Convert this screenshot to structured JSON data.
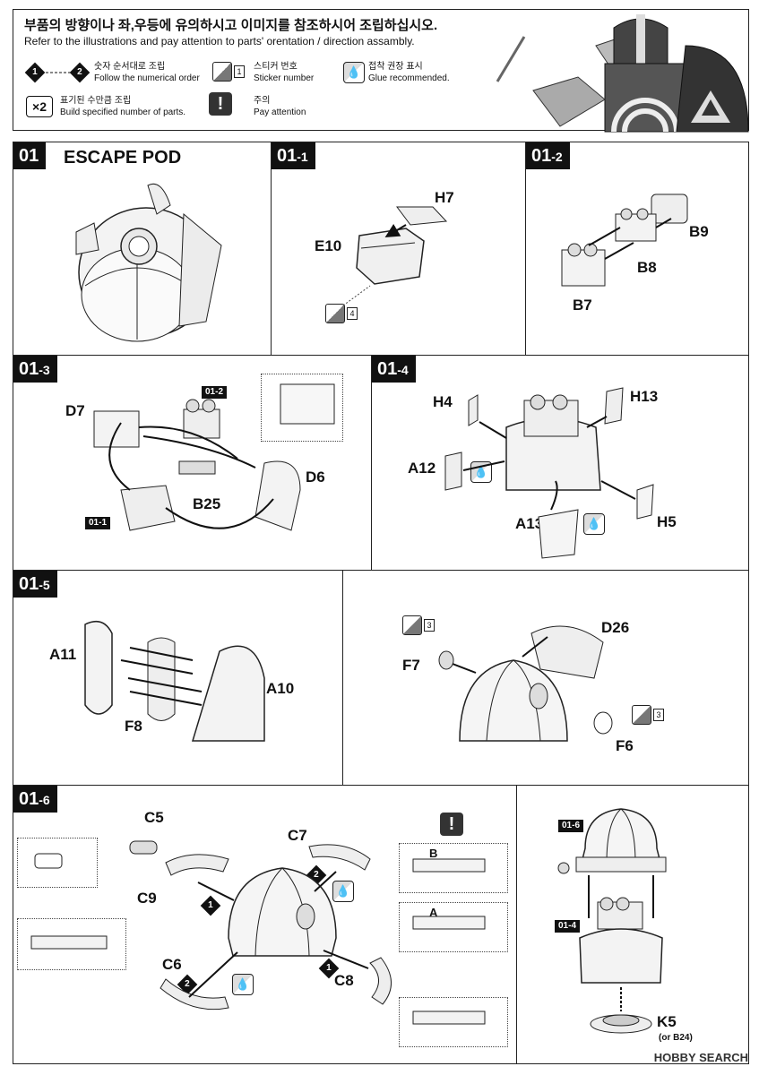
{
  "header": {
    "title_ko": "부품의 방향이나 좌,우등에 유의하시고 이미지를 참조하시어 조립하십시오.",
    "title_en": "Refer to the illustrations and pay attention to parts' orentation / direction assambly.",
    "legend": {
      "order_ko": "숫자 순서대로 조립",
      "order_en": "Follow the numerical order",
      "order_a": "1",
      "order_b": "2",
      "sticker_ko": "스티커 번호",
      "sticker_en": "Sticker number",
      "sticker_num": "1",
      "glue_ko": "접착 권장 표시",
      "glue_en": "Glue recommended.",
      "mult_label": "×2",
      "mult_ko": "표기된 수만큼 조립",
      "mult_en": "Build specified number of parts.",
      "warn_ko": "주의",
      "warn_en": "Pay attention",
      "warn_symbol": "!"
    }
  },
  "steps": {
    "s01": {
      "tab": "01",
      "title": "ESCAPE POD"
    },
    "s01_1": {
      "tab": "01",
      "sub": "-1",
      "parts": [
        "H7",
        "E10"
      ],
      "sticker": "4"
    },
    "s01_2": {
      "tab": "01",
      "sub": "-2",
      "parts": [
        "B9",
        "B8",
        "B7"
      ]
    },
    "s01_3": {
      "tab": "01",
      "sub": "-3",
      "parts": [
        "D7",
        "D6",
        "B25"
      ],
      "ref_a": "01-2",
      "ref_b": "01-1"
    },
    "s01_4": {
      "tab": "01",
      "sub": "-4",
      "parts": [
        "H4",
        "H13",
        "A12",
        "A13",
        "H5"
      ]
    },
    "s01_5": {
      "tab": "01",
      "sub": "-5",
      "parts": [
        "A11",
        "A10",
        "F8",
        "F7",
        "D26",
        "F6"
      ],
      "sticker_a": "3",
      "sticker_b": "3"
    },
    "s01_6": {
      "tab": "01",
      "sub": "-6",
      "parts": [
        "C5",
        "C7",
        "C9",
        "C6",
        "C8",
        "B",
        "A"
      ],
      "order_1": "1",
      "order_2": "2",
      "ref_a": "01-6",
      "ref_b": "01-4",
      "final_part": "K5",
      "final_alt": "(or B24)",
      "warn_symbol": "!"
    }
  },
  "watermark": "HOBBY SEARCH"
}
